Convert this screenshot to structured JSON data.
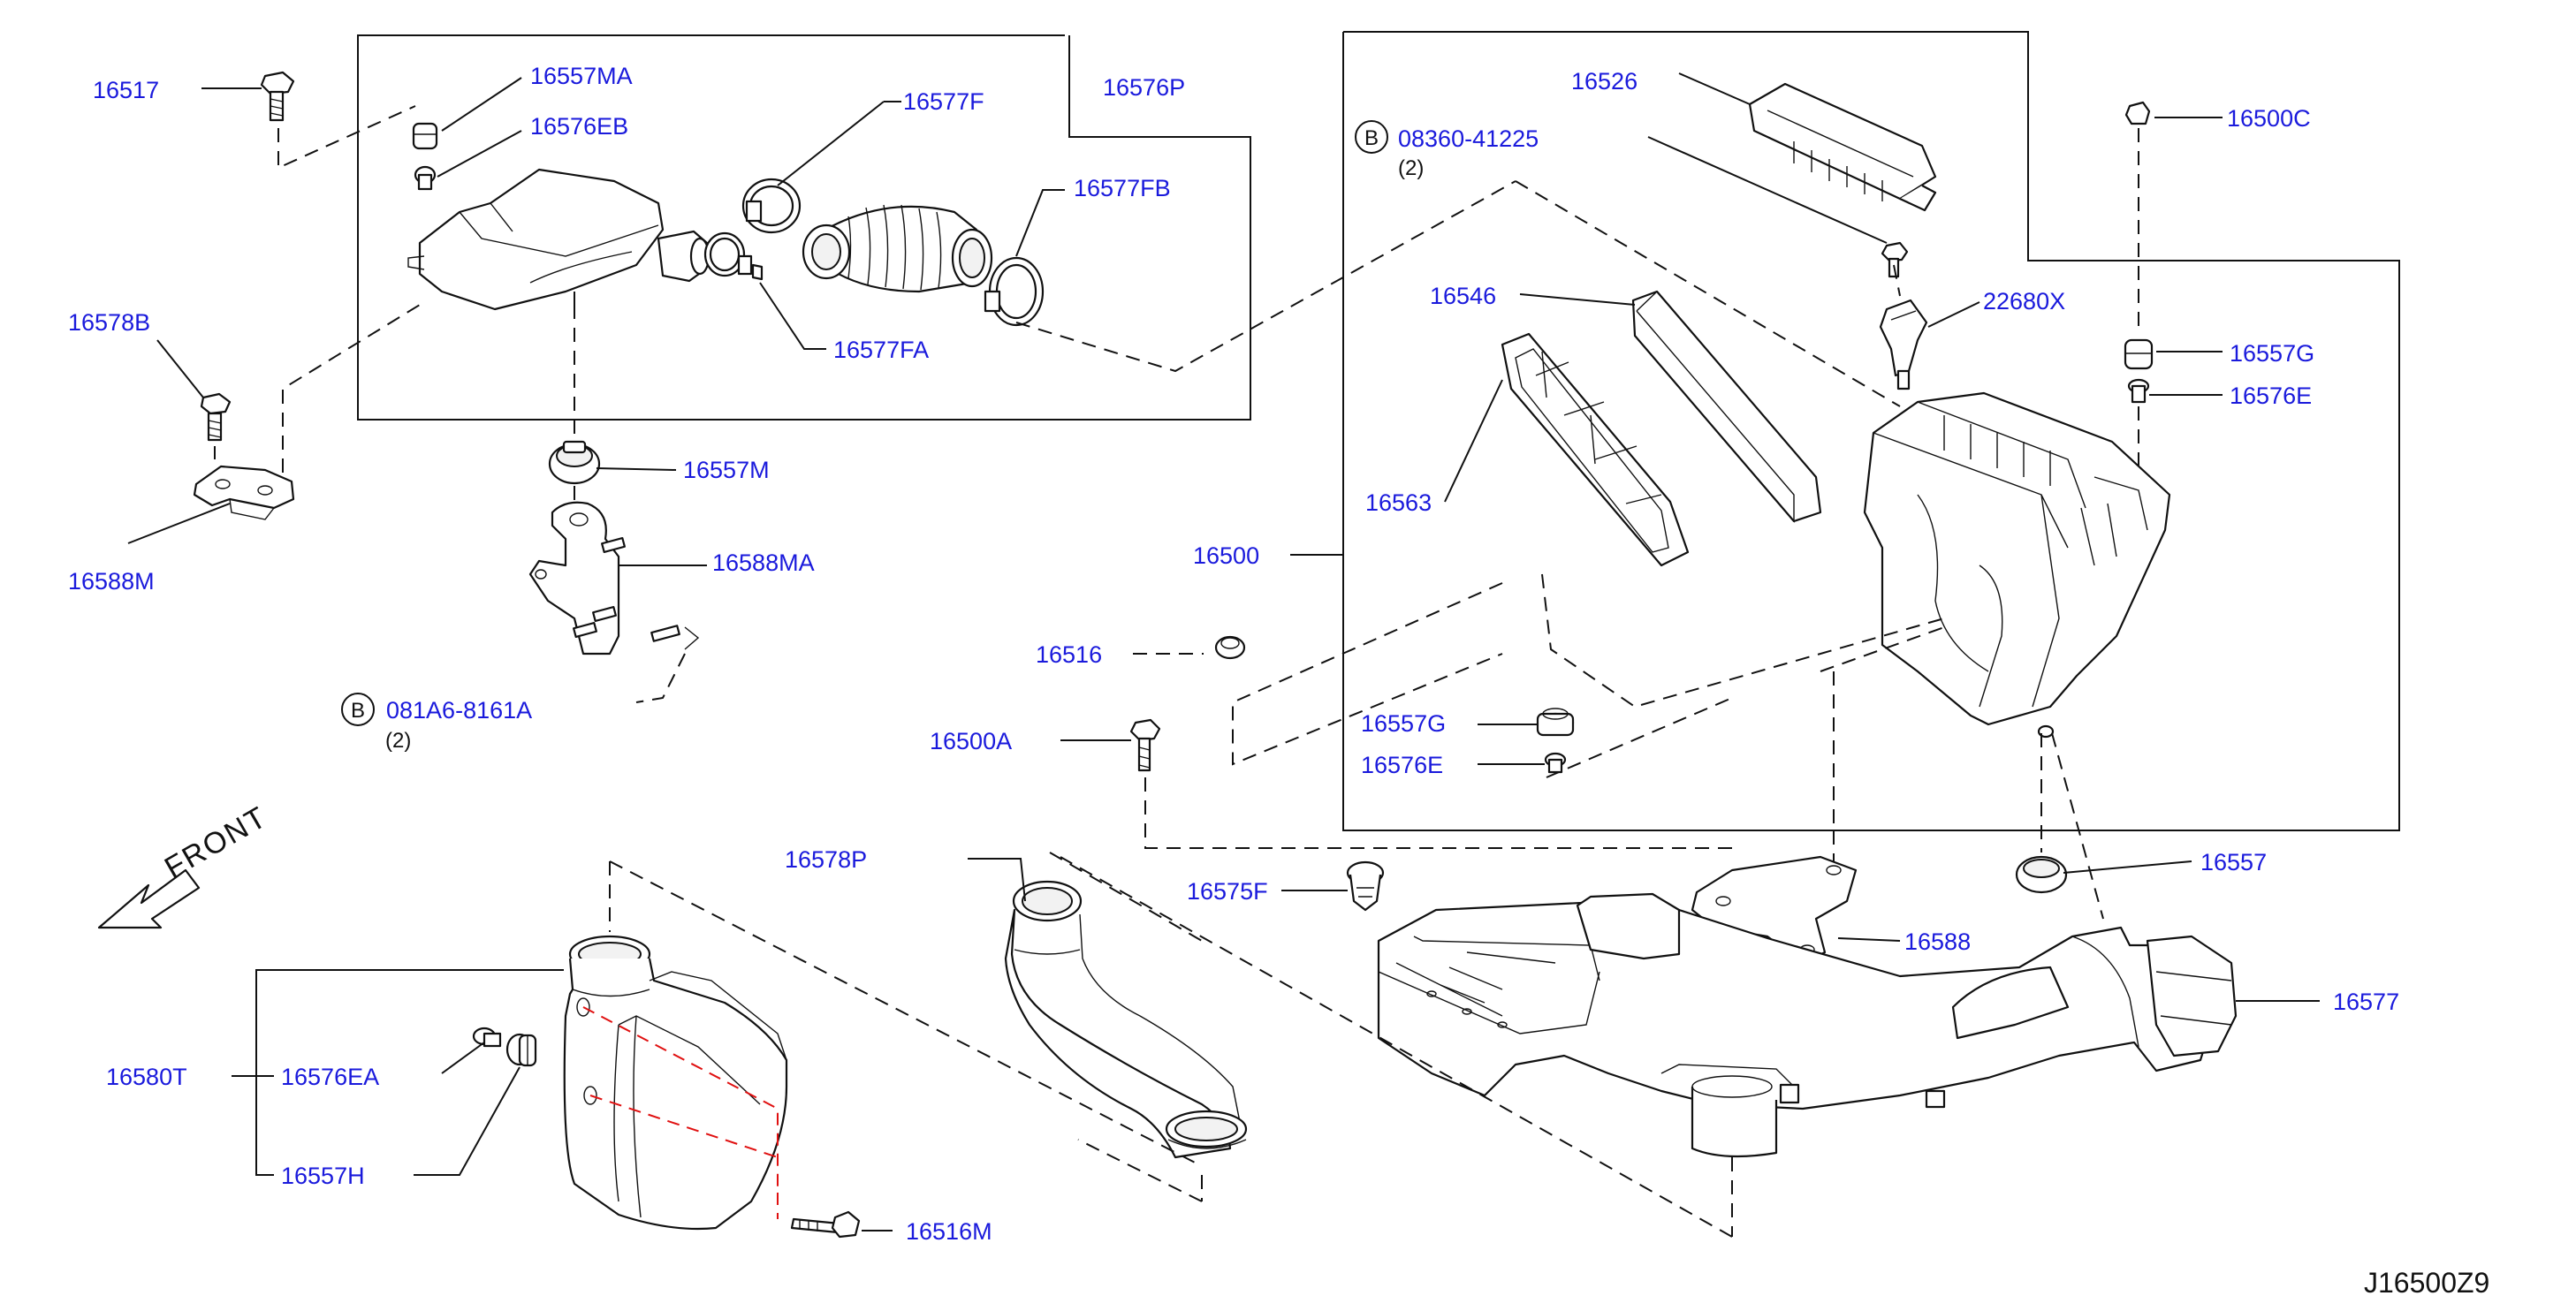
{
  "labels": {
    "l16517": "16517",
    "l16557MA": "16557MA",
    "l16576EB": "16576EB",
    "l16577F": "16577F",
    "l16576P": "16576P",
    "l16577FB": "16577FB",
    "l16577FA": "16577FA",
    "l16578B": "16578B",
    "l16588M": "16588M",
    "l16557M": "16557M",
    "l16588MA": "16588MA",
    "b081A6": "081A6-8161A",
    "b081A6_qty": "(2)",
    "l16526": "16526",
    "b08360": "08360-41225",
    "b08360_qty": "(2)",
    "l16500C": "16500C",
    "l22680X": "22680X",
    "l16546": "16546",
    "l16557G_r": "16557G",
    "l16576E_r": "16576E",
    "l16563": "16563",
    "l16500": "16500",
    "l16516": "16516",
    "l16500A": "16500A",
    "l16557G": "16557G",
    "l16576E": "16576E",
    "l16578P": "16578P",
    "l16575F": "16575F",
    "l16557": "16557",
    "l16588": "16588",
    "l16577": "16577",
    "l16580T": "16580T",
    "l16576EA": "16576EA",
    "l16557H": "16557H",
    "l16516M": "16516M"
  },
  "bolt_marker_letter": "B",
  "front_arrow_label": "FRONT",
  "diagram_code": "J16500Z9",
  "colors": {
    "label": "#1a1adc",
    "line": "#111111",
    "hidden_line": "#e01010",
    "background": "#ffffff"
  }
}
